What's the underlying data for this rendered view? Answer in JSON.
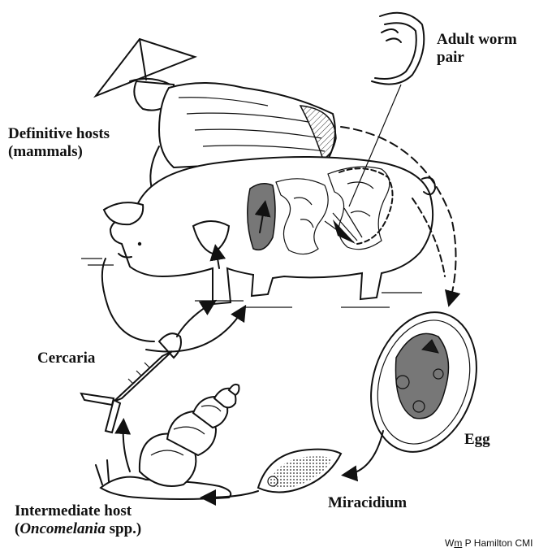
{
  "labels": {
    "adult_worm": "Adult worm\npair",
    "adult_worm_line1": "Adult worm",
    "adult_worm_line2": "pair",
    "definitive_line1": "Definitive hosts",
    "definitive_line2": "(mammals)",
    "cercaria": "Cercaria",
    "egg": "Egg",
    "miracidium": "Miracidium",
    "intermediate_line1": "Intermediate host",
    "intermediate_genus": "Oncomelania",
    "intermediate_suffix": " spp.)",
    "intermediate_prefix": "("
  },
  "credit": {
    "prefix": "W",
    "underlined": "m",
    "rest": " P Hamilton CMI"
  },
  "icons": [
    "farmer-hat-illustration",
    "pig-illustration",
    "adult-worm-illustration",
    "egg-illustration",
    "miracidium-illustration",
    "snail-illustration",
    "cercaria-illustration",
    "cycle-arrows"
  ]
}
